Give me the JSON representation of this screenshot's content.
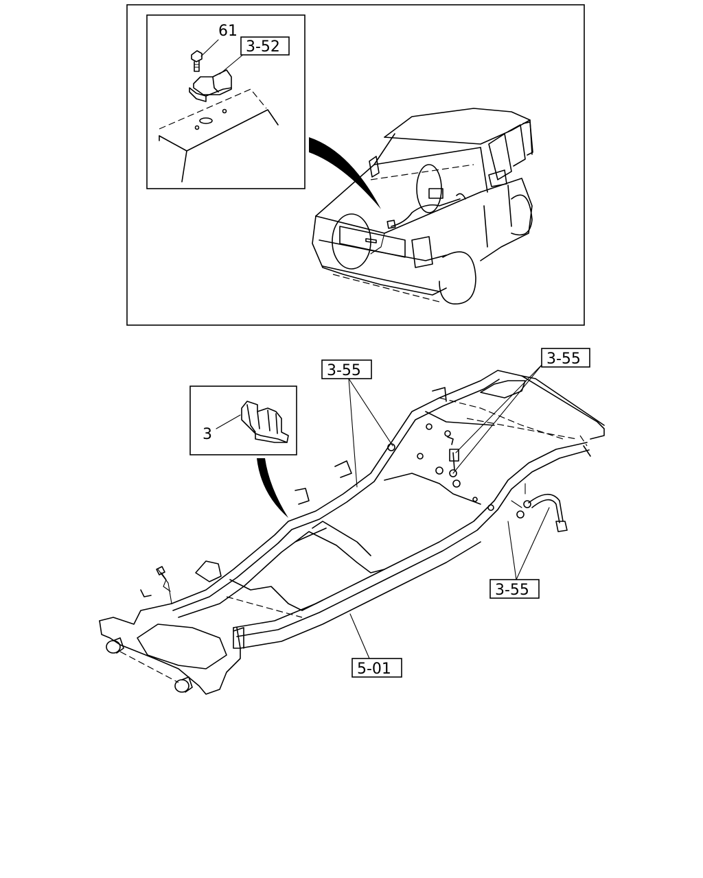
{
  "callouts": {
    "top_part_number": "61",
    "top_ref": "3-52",
    "frame_ref_left": "3-55",
    "frame_ref_right_top": "3-55",
    "frame_ref_right_bottom": "3-55",
    "frame_ref_bottom": "5-01",
    "clip_part_number": "3"
  },
  "colors": {
    "line": "#000000",
    "background": "#ffffff"
  }
}
